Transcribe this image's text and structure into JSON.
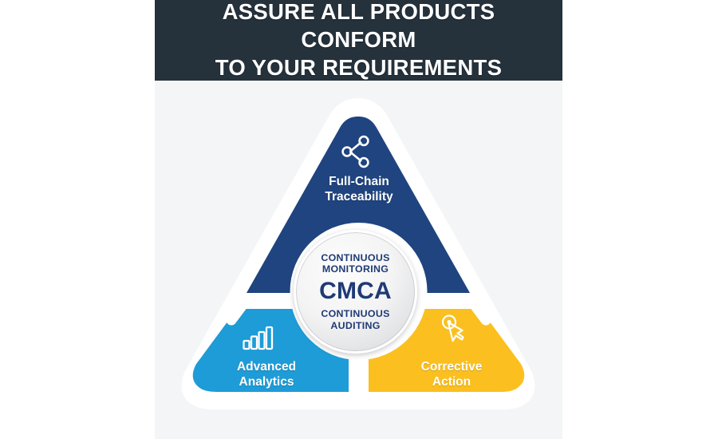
{
  "header": {
    "title": "ASSURE ALL PRODUCTS CONFORM\nTO YOUR REQUIREMENTS",
    "background_color": "#25313b",
    "text_color": "#ffffff"
  },
  "diagram": {
    "type": "triangle-cycle",
    "background_color": "#f4f5f6",
    "center": {
      "top_text": "CONTINUOUS\nMONITORING",
      "acronym": "CMCA",
      "bottom_text": "CONTINUOUS\nAUDITING",
      "text_color": "#1f3a75",
      "fill": "#f1f2f3"
    },
    "segments": [
      {
        "id": "full-chain-traceability",
        "label": "Full-Chain\nTraceability",
        "color": "#1f447f",
        "icon": "share-network-icon",
        "position": "top"
      },
      {
        "id": "advanced-analytics",
        "label": "Advanced\nAnalytics",
        "color": "#1e9cd7",
        "icon": "bar-chart-icon",
        "position": "bottom-left"
      },
      {
        "id": "corrective-action",
        "label": "Corrective\nAction",
        "color": "#fbc01f",
        "icon": "click-cursor-icon",
        "position": "bottom-right"
      }
    ]
  }
}
